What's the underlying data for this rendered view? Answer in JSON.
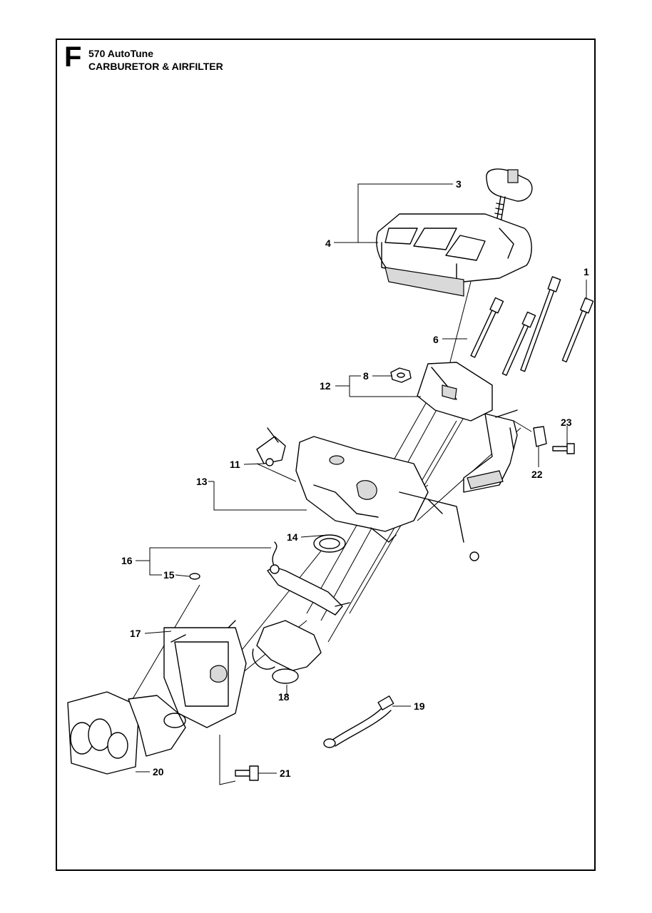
{
  "header": {
    "section_letter": "F",
    "model": "570 AutoTune",
    "title": "CARBURETOR & AIRFILTER"
  },
  "callouts": [
    {
      "id": "p1",
      "label": "1"
    },
    {
      "id": "p3",
      "label": "3"
    },
    {
      "id": "p4",
      "label": "4"
    },
    {
      "id": "p6",
      "label": "6"
    },
    {
      "id": "p8",
      "label": "8"
    },
    {
      "id": "p11",
      "label": "11"
    },
    {
      "id": "p12",
      "label": "12"
    },
    {
      "id": "p13",
      "label": "13"
    },
    {
      "id": "p14",
      "label": "14"
    },
    {
      "id": "p15",
      "label": "15"
    },
    {
      "id": "p16",
      "label": "16"
    },
    {
      "id": "p17",
      "label": "17"
    },
    {
      "id": "p18",
      "label": "18"
    },
    {
      "id": "p19",
      "label": "19"
    },
    {
      "id": "p20",
      "label": "20"
    },
    {
      "id": "p21",
      "label": "21"
    },
    {
      "id": "p22",
      "label": "22"
    },
    {
      "id": "p23",
      "label": "23"
    }
  ]
}
